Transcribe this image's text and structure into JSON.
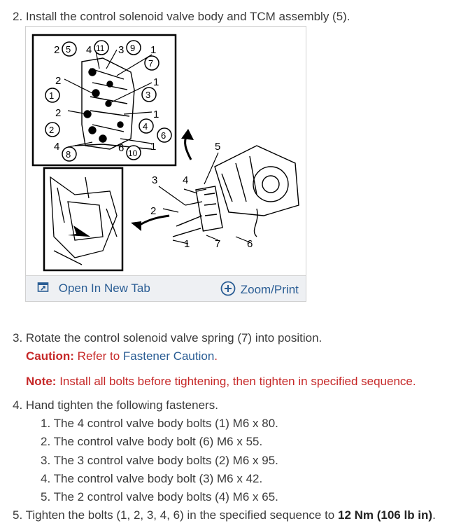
{
  "steps": {
    "s2": {
      "num": "2.",
      "text": "Install the control solenoid valve body and TCM assembly (5)."
    },
    "s3": {
      "num": "3.",
      "text": "Rotate the control solenoid valve spring (7) into position."
    },
    "s4": {
      "num": "4.",
      "text": "Hand tighten the following fasteners."
    },
    "s5": {
      "num": "5.",
      "text_pre": "Tighten the bolts (1, 2, 3, 4, 6) in the specified sequence to ",
      "text_bold": "12 Nm (106 lb in)",
      "text_post": "."
    }
  },
  "figure": {
    "open_new_tab": "Open In New Tab",
    "zoom_print": "Zoom/Print",
    "callouts": {
      "c1": "1",
      "c2": "2",
      "c3": "3",
      "c4": "4",
      "c5": "5",
      "c6": "6",
      "c7": "7",
      "b1": "1",
      "b2": "2",
      "b3": "3",
      "b4": "4",
      "b5": "5",
      "b6": "6",
      "b7": "7",
      "b8": "8",
      "b9": "9",
      "b10": "10",
      "b11": "11"
    }
  },
  "caution": {
    "label": "Caution:",
    "text": "Refer to",
    "link": "Fastener Caution",
    "end": "."
  },
  "note": {
    "label": "Note:",
    "text": "Install all bolts before tightening, then tighten in specified sequence."
  },
  "fasteners": [
    {
      "num": "1.",
      "text": "The 4 control valve body bolts (1) M6 x 80."
    },
    {
      "num": "2.",
      "text": "The control valve body bolt (6) M6 x 55."
    },
    {
      "num": "3.",
      "text": "The 3 control valve body bolts (2) M6 x 95."
    },
    {
      "num": "4.",
      "text": "The control valve body bolt (3) M6 x 42."
    },
    {
      "num": "5.",
      "text": "The 2 control valve body bolts (4) M6 x 65."
    }
  ],
  "icons": {
    "open": "open-in-new-tab-icon",
    "zoom": "zoom-plus-icon"
  },
  "colors": {
    "link": "#2a5d94",
    "caution": "#c62828"
  }
}
